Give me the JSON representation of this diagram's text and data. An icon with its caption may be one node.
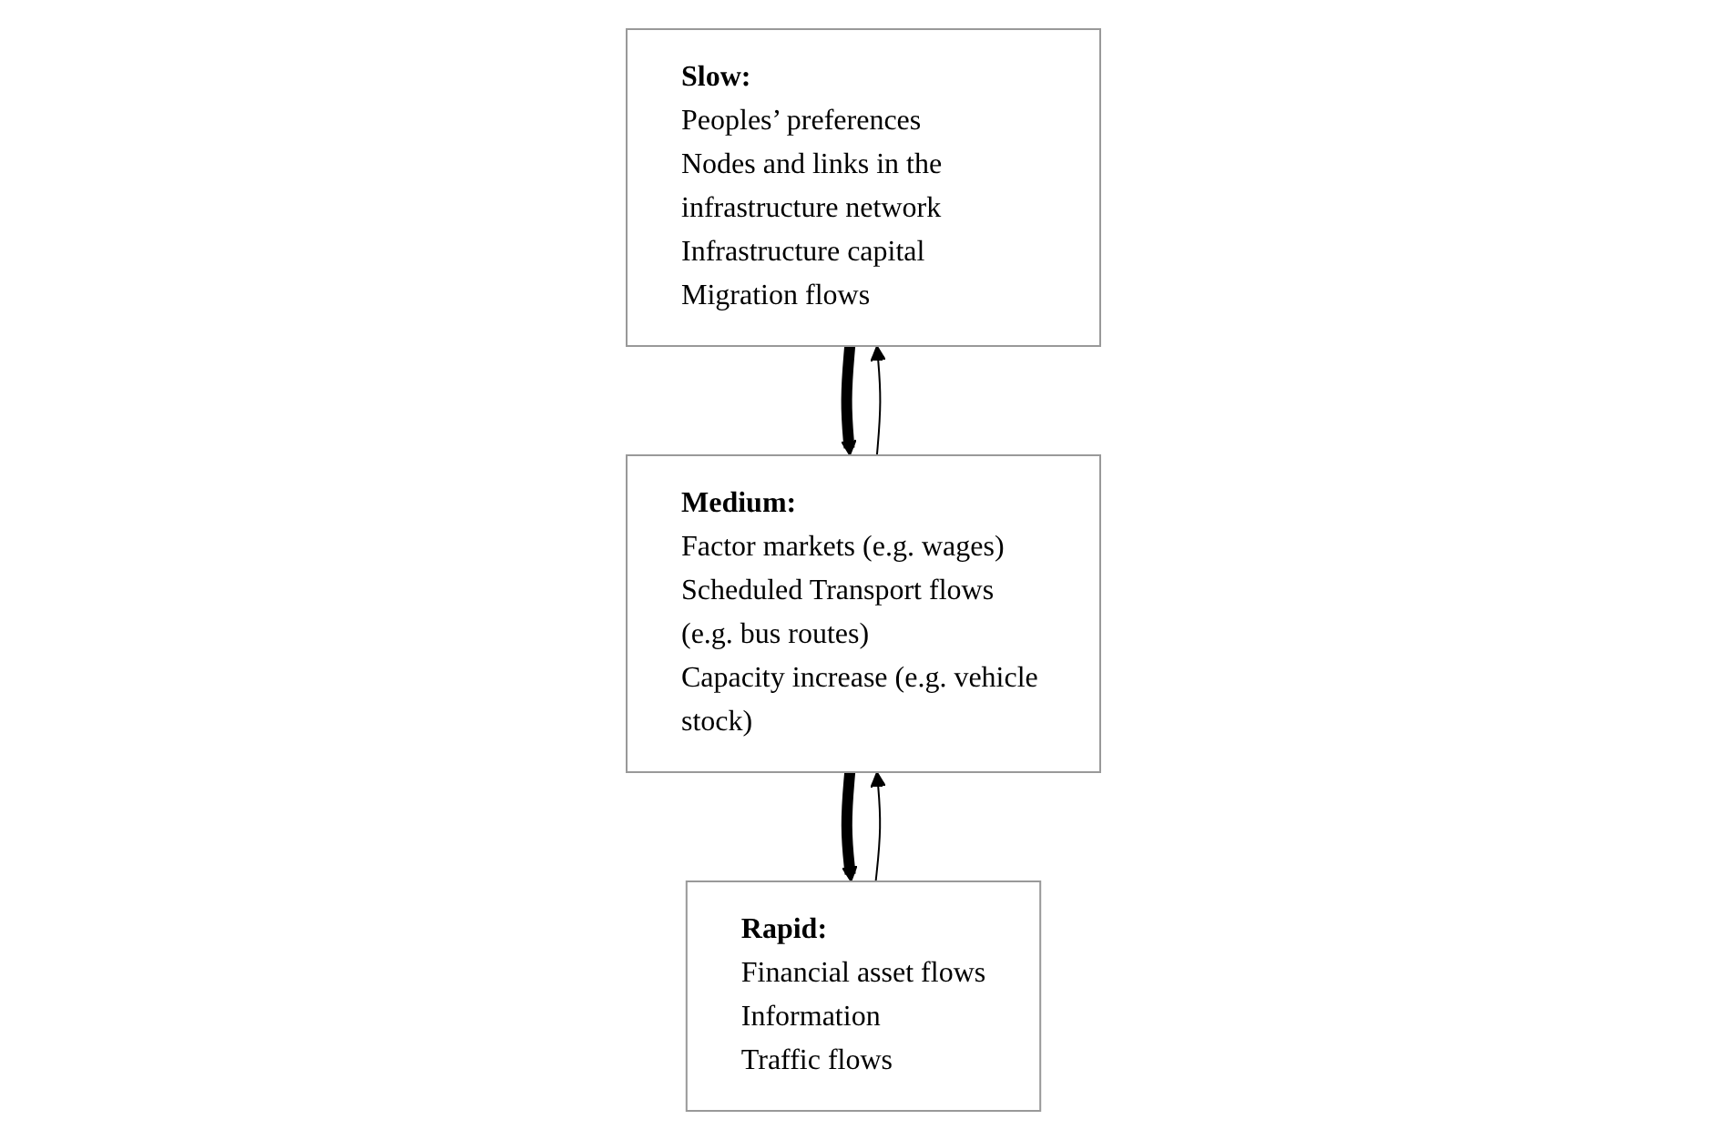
{
  "diagram": {
    "nodes": [
      {
        "text": [
          "Slow:",
          "Peoples’ preferences",
          "Nodes and links in the infrastructure network",
          "Infrastructure capital",
          "Migration flows"
        ]
      },
      {
        "text": [
          "Medium:",
          "Factor markets (e.g. wages)",
          "Scheduled Transport flows (e.g. bus routes)",
          "Capacity increase (e.g. vehicle stock)"
        ]
      },
      {
        "text": [
          "Rapid:",
          "Financial asset flows",
          "Information",
          "Traffic flows"
        ]
      }
    ],
    "edges": [
      {
        "from": 0,
        "to": 1,
        "arrow": "to",
        "style": "thick"
      },
      {
        "from": 1,
        "to": 0,
        "arrow": "to"
      },
      {
        "from": 1,
        "to": 2,
        "arrow": "to",
        "style": "thick"
      },
      {
        "from": 2,
        "to": 1,
        "arrow": "to"
      }
    ]
  }
}
